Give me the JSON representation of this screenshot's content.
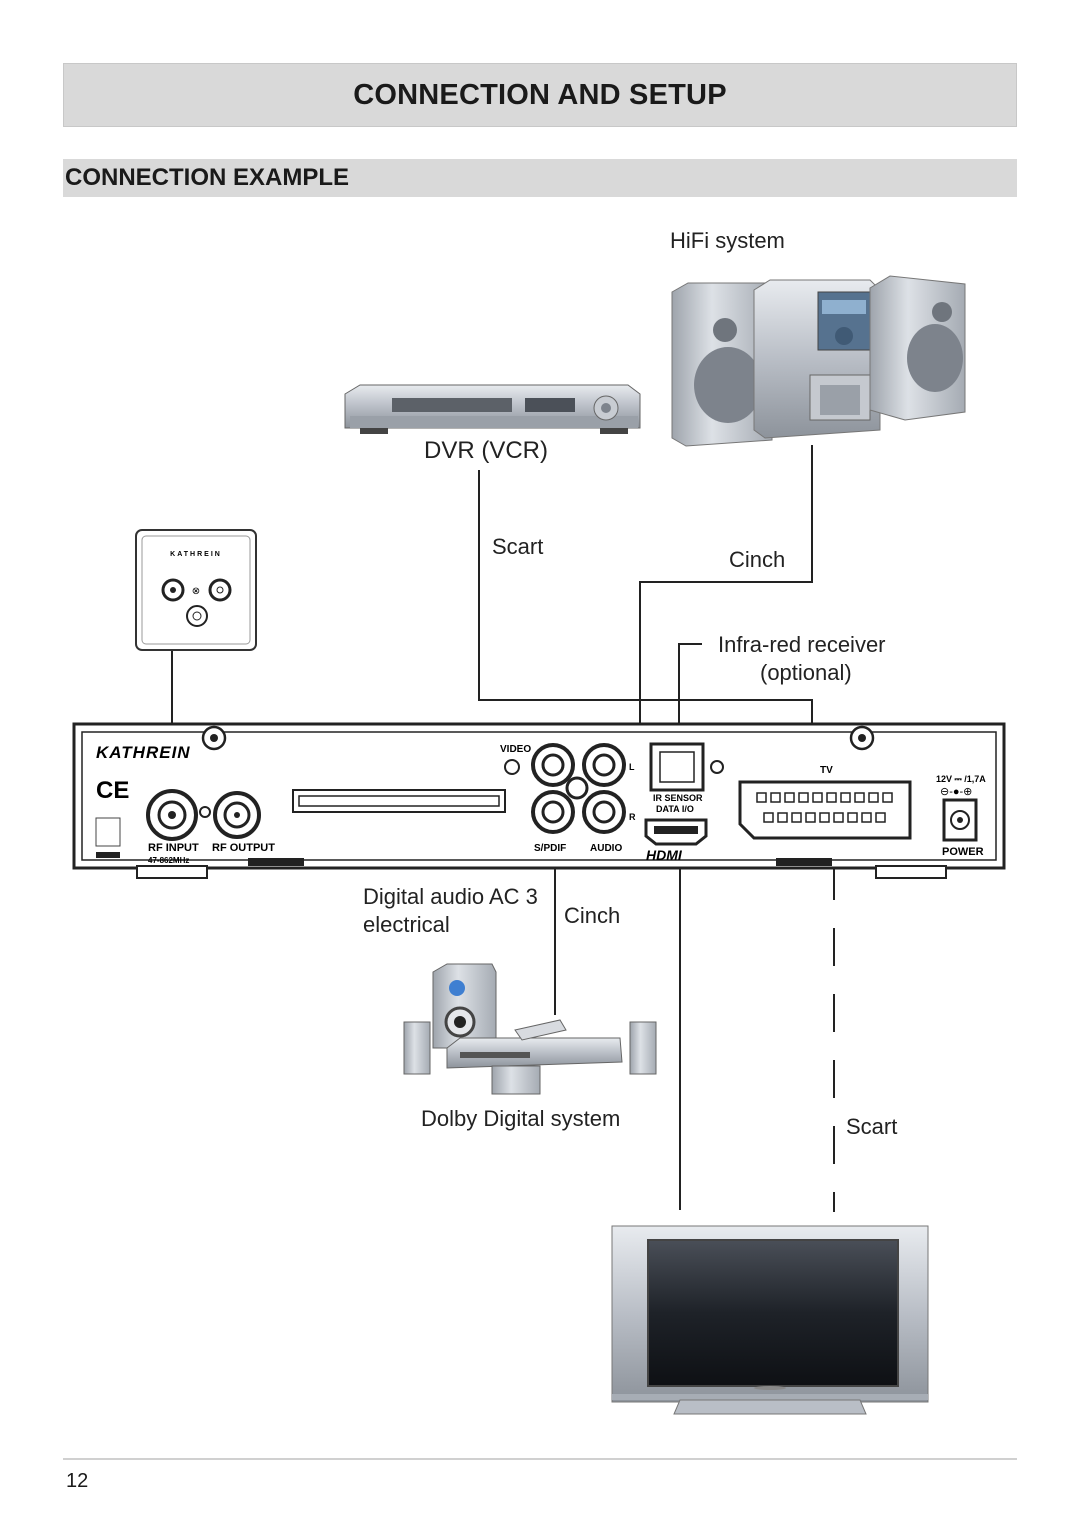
{
  "header": {
    "title": "CONNECTION AND SETUP"
  },
  "section": {
    "title": "CONNECTION EXAMPLE"
  },
  "diagram": {
    "hifi_label": "HiFi system",
    "dvr_label": "DVR (VCR)",
    "scart_top_label": "Scart",
    "cinch_top_label": "Cinch",
    "ir_label_line1": "Infra-red receiver",
    "ir_label_line2": "(optional)",
    "digital_audio_line1": "Digital audio AC 3",
    "digital_audio_line2": "electrical",
    "cinch_bottom_label": "Cinch",
    "dolby_label": "Dolby Digital system",
    "scart_bottom_label": "Scart",
    "antenna_brand": "KATHREIN",
    "receiver": {
      "brand": "KATHREIN",
      "ce_mark": "CE",
      "rf_input": "RF INPUT",
      "rf_output": "RF OUTPUT",
      "frequency": "47-862MHz",
      "video": "VIDEO",
      "spdif": "S/PDIF",
      "audio": "AUDIO",
      "left": "L",
      "right": "R",
      "ir_sensor_line1": "IR SENSOR",
      "ir_sensor_line2": "DATA I/O",
      "hdmi": "HDMI",
      "tv": "TV",
      "power_rating": "12V ⎓ /1,7A",
      "power": "POWER"
    }
  },
  "footer": {
    "page_number": "12"
  }
}
